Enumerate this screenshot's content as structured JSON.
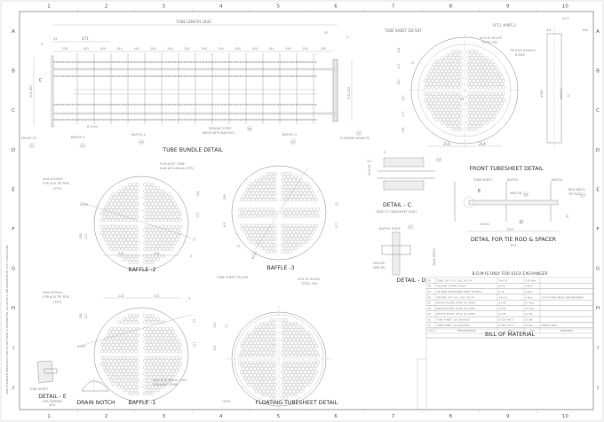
{
  "sheet": {
    "columns": [
      "1",
      "2",
      "3",
      "4",
      "5",
      "6",
      "7",
      "8",
      "9",
      "10"
    ],
    "rows": [
      "A",
      "B",
      "C",
      "D",
      "E",
      "F",
      "G",
      "H",
      "I",
      "J"
    ],
    "copyright_note": "UNAUTHORIZED REPRODUCTION OF ANY KIND IS PROHIBITED. ALL RIGHTS ARE RESERVED BY ACE CONSULTANT"
  },
  "tube_bundle": {
    "title": "TUBE BUNDLE DETAIL",
    "tube_length": "TUBE LENGTH 2444",
    "dim_41_left": "41",
    "dim_3_left": "3",
    "dim_471": "471",
    "dim_41_right": "41",
    "dim_3_right": "3",
    "spacing_dims": [
      "226",
      "143",
      "144",
      "144",
      "144",
      "144",
      "144",
      "144",
      "144",
      "144",
      "144",
      "144",
      "144",
      "144",
      "144",
      "150"
    ],
    "od_front": "O.D-587",
    "od_float": "O.D-533",
    "detail_marker": "C",
    "gap_dim": "6.7mm",
    "sealing_strip": "SEALING STRIP",
    "sealing_strip_note": "WELD WITH BAFFLES",
    "sealing_strip_tag": "08",
    "front_ts": "FRONT TS",
    "front_ts_tag": "01",
    "baffle_1": "BAFFLE-1",
    "baffle_1_tag": "03",
    "baffle_2": "BAFFLE-2",
    "baffle_2_tag": "04",
    "baffle_3": "BAFFLE-3",
    "baffle_3_tag": "05",
    "floating_head": "FLOATING HEAD TS",
    "floating_head_tag": "02"
  },
  "front_tubesheet": {
    "title": "FRONT TUBESHEET DETAIL",
    "sheet_od": "TUBE SHEET OD-587",
    "otl": "O.T.L #495.3",
    "holes": "#19.25 HOLES",
    "holes_total": "TOTAL 330",
    "tie_rod": "TIE ROD #10mm",
    "tie_rod_qty": "8 NOS",
    "dims_left": [
      "124",
      "117",
      "100",
      "100",
      "117",
      "124"
    ],
    "dim_11": "11",
    "dims_bottom": [
      "214",
      "214"
    ],
    "pitch": "24",
    "side_dims": [
      "41.3",
      "4.8",
      "4.8",
      "#587",
      "#533.3",
      "11"
    ]
  },
  "detail_c": {
    "title": "DETAIL - C",
    "subtitle": "TUBE TO TUBESHEET JOINT",
    "tag": "09",
    "dims": [
      "3.5",
      "#19.25",
      "3"
    ]
  },
  "tie_rod_detail": {
    "title": "DETAIL FOR TIE ROD & SPACER",
    "scale": "NTS",
    "labels": [
      "TUBE SHEET",
      "BAFFLE",
      "BAFFLE",
      "TACK WELD",
      "TIE ROD"
    ],
    "spacer": "SPACER",
    "spacer_tag": "06",
    "tie_rod_tag": "07",
    "marker_e": "E",
    "marker_d": "D",
    "dims": [
      "15mm",
      "2220",
      "30"
    ]
  },
  "detail_d": {
    "title": "DETAIL - D",
    "baffle_plate": "BAFFLE PLATE",
    "tag": "07",
    "labels": [
      "SPACER",
      "SPACER",
      "TACK WELD"
    ]
  },
  "baffle_2": {
    "title": "BAFFLE -2",
    "tube_note": "FOR #3/4\" TUBE",
    "tube_hole": "Hole #19.45mm (TYP.)",
    "rod_hole": "Hole #12mm",
    "rod_note": "FOR #10 TIE ROD",
    "typ": "(TYP.)",
    "dia": "#535",
    "dims": [
      "124",
      "117",
      "138",
      "117",
      "21",
      "214",
      "214",
      "3"
    ]
  },
  "baffle_3": {
    "title": "BAFFLE -3",
    "dia": "#535",
    "dims": [
      "138",
      "21",
      "117",
      "8.5",
      "17"
    ]
  },
  "baffle_1": {
    "title": "BAFFLE -1",
    "rod_hole": "Hole #12mm",
    "rod_note": "FOR #10 TIE ROD",
    "typ": "(TYP.)",
    "tube_hole": "Hole #19.45mm (TYP.)",
    "tube_note": "FOR #3/4\" TUBE",
    "dia": "#535",
    "dims": [
      "214",
      "214",
      "3",
      "138",
      "117",
      "21",
      "117"
    ]
  },
  "floating_tubesheet": {
    "title": "FLOATING TUBESHEET DETAIL",
    "sheet_od": "TUBE SHEET OD-533",
    "holes": "#19.25 HOLES",
    "holes_total": "TOTAL 330",
    "typ": "(TYP.)",
    "dims": [
      "100",
      "100",
      "11"
    ]
  },
  "detail_e": {
    "title": "DETAIL - E",
    "subtitle": "FOR TAPPING",
    "scale": "NTS",
    "tube_sheet": "TUBE SHEET"
  },
  "drain_notch": {
    "title": "DRAIN NOTCH"
  },
  "bom": {
    "heading": "B.O.M IS ONLY FOR 01EA EXCHANGER",
    "title": "BILL OF MATERIAL",
    "columns": [
      "S.N",
      "DESCRIPTION",
      "MOC",
      "QTY",
      "REMARKS"
    ],
    "rows": [
      [
        "09",
        "TUBE, 3/4\" O.D. 16G, SA179",
        "19x1.6",
        "330 Nos",
        ""
      ],
      [
        "08",
        "SEALING STRIPS, SS304",
        "6x38",
        "4 Nos",
        ""
      ],
      [
        "07",
        "TIE ROD, W/SPACERS WITH 10 NUTS",
        "ø 10",
        "4 Nos",
        ""
      ],
      [
        "06",
        "SPACER, 3/4\" O.D. 16G, SA179",
        "19x1.6",
        "4 Nos",
        "CUT AS PER SPACE REQUIREMENT"
      ],
      [
        "05",
        "BAFFLE PLATE, 6THK, SA 240M",
        "ø 535",
        "07 Nos",
        ""
      ],
      [
        "04",
        "BAFFLE PLATE, 6THK, SA 240M",
        "ø 535",
        "07 Nos",
        ""
      ],
      [
        "03",
        "BAFFLE PLATE, 6THK, SA 240M",
        "ø 535",
        "01 No",
        ""
      ],
      [
        "02",
        "TUBE SHEET, SA-105/A105",
        "ø 533 (40 T)",
        "01 No",
        ""
      ],
      [
        "01",
        "TUBE SHEET, SA-105/A105",
        "ø 587 (40 T)",
        "01 No",
        "FRONT SIDE"
      ]
    ]
  }
}
